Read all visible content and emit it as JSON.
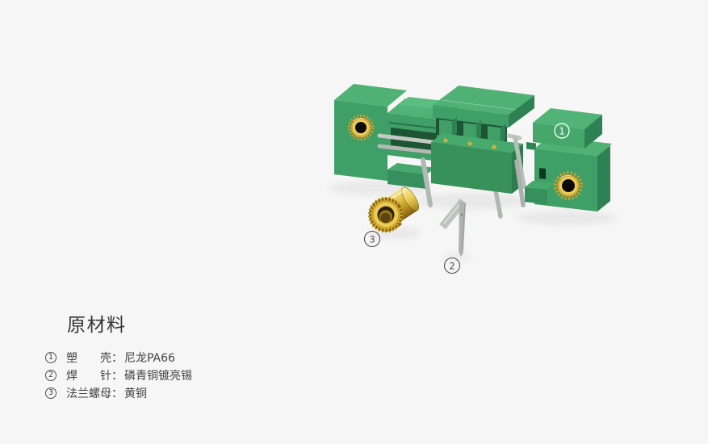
{
  "colors": {
    "background": "#f6f6f6",
    "green_top": "#4fb274",
    "green_front": "#3f9f67",
    "green_side": "#2e8152",
    "green_dark": "#1d5434",
    "brass_light": "#f4dd78",
    "brass_mid": "#cfa52e",
    "brass_dark": "#7d5c10",
    "pin_silver": "#b6bdb7",
    "text": "#333333"
  },
  "illustration": {
    "parts": [
      {
        "name": "plug-housing-left"
      },
      {
        "name": "pin-header-middle"
      },
      {
        "name": "plug-housing-right"
      },
      {
        "name": "flange-nut"
      },
      {
        "name": "solder-pin"
      }
    ],
    "callouts": [
      {
        "number": "1",
        "style": "light"
      },
      {
        "number": "2",
        "style": "dark"
      },
      {
        "number": "3",
        "style": "dark"
      }
    ]
  },
  "legend": {
    "title": "原材料",
    "items": [
      {
        "number": "1",
        "label": "塑　　壳：",
        "value": "尼龙PA66"
      },
      {
        "number": "2",
        "label": "焊　　针：",
        "value": "磷青铜镀亮锡"
      },
      {
        "number": "3",
        "label": "法兰螺母：",
        "value": "黄铜"
      }
    ]
  }
}
